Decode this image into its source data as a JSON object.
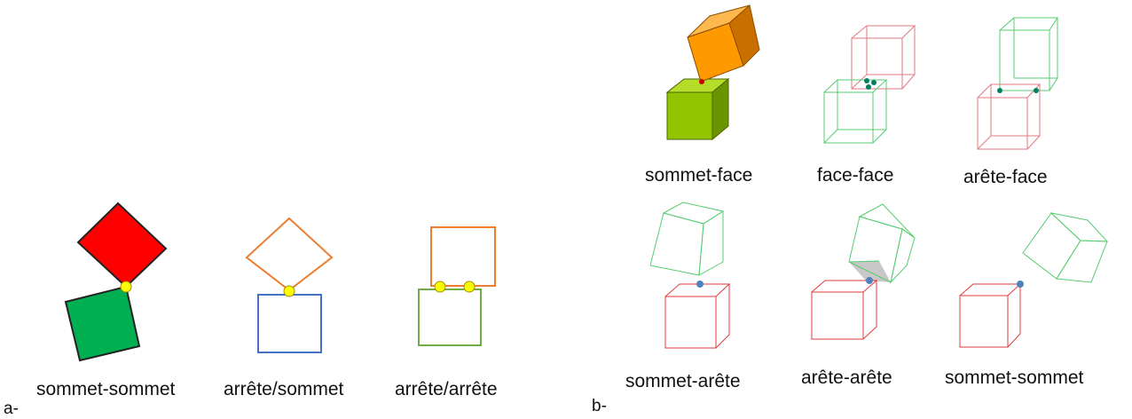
{
  "panel_a": {
    "tag": "a-",
    "labels": [
      "sommet-sommet",
      "arrête/sommet",
      "arrête/arrête"
    ]
  },
  "panel_b": {
    "tag": "b-",
    "labels_top": [
      "sommet-face",
      "face-face",
      "arête-face"
    ],
    "labels_bottom": [
      "sommet-arête",
      "arête-arête",
      "sommet-sommet"
    ]
  },
  "colors": {
    "red": "#ff0000",
    "dark_green": "#00b050",
    "orange_outline": "#ed7d31",
    "blue_outline": "#4472c4",
    "light_green_outline": "#70ad47",
    "contact_point": "#ffff00",
    "cube_orange": "#ff9900",
    "cube_lime": "#92c400",
    "cube_pink_outline": "#e07a82",
    "cube_green_outline": "#55cc70",
    "teal_point": "#008060",
    "blue_point": "#4f81bd"
  }
}
